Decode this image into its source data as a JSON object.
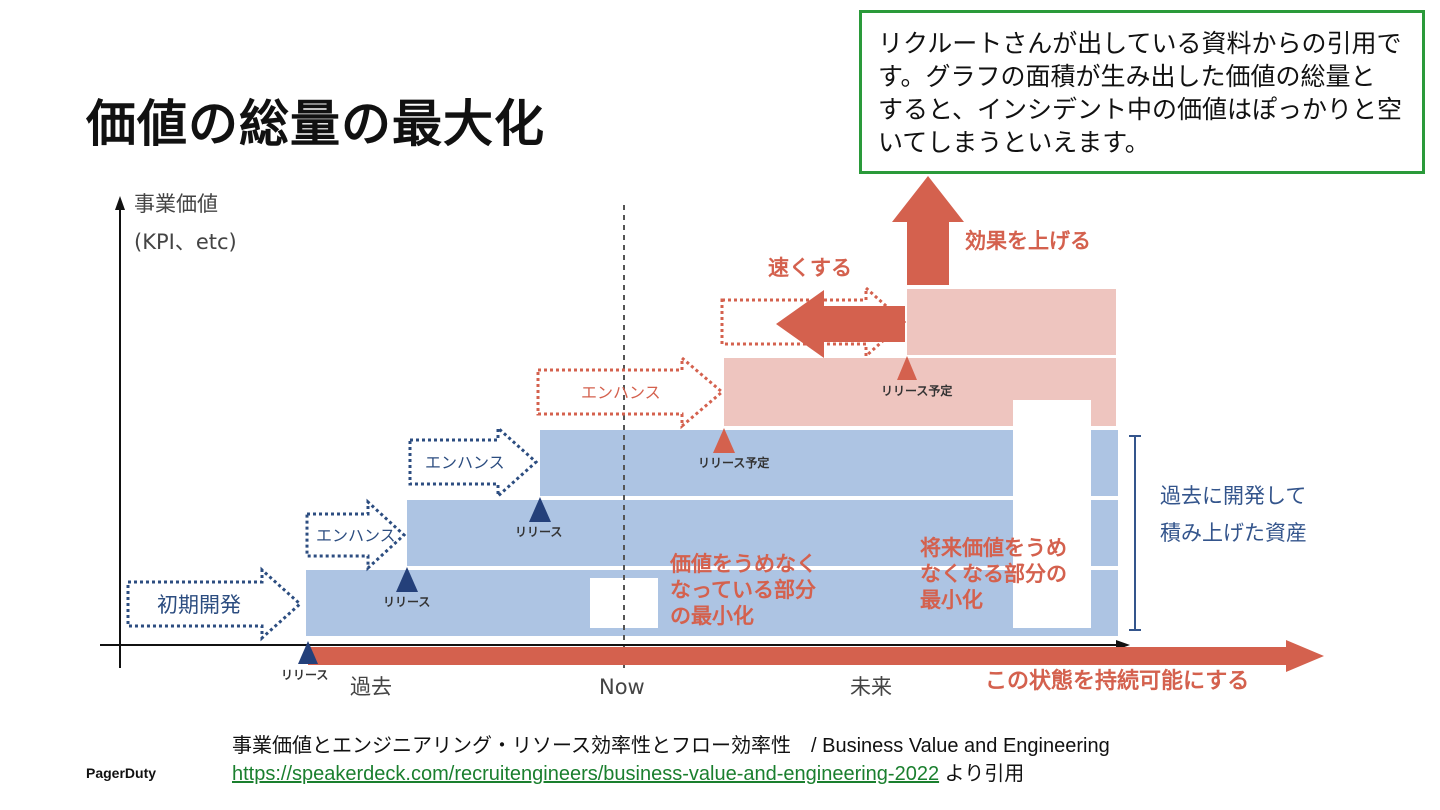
{
  "title": "価値の総量の最大化",
  "note": {
    "lines": [
      "リクルートさんが出している資料からの引用で",
      "す。グラフの面積が生み出した価値の総量と",
      "すると、インシデント中の価値はぽっかりと空",
      "いてしまうといえます。"
    ]
  },
  "diagram": {
    "y_axis_label_1": "事業価値",
    "y_axis_label_2": "(KPI、etc)",
    "x_labels": {
      "past": "過去",
      "now": "Now",
      "future": "未来"
    },
    "initial_dev": "初期開発",
    "enhance": "エンハンス",
    "release": "リリース",
    "release_planned": "リリース予定",
    "faster": "速くする",
    "raise_effect": "効果を上げる",
    "gap_now_1": "価値をうめなく",
    "gap_now_2": "なっている部分",
    "gap_now_3": "の最小化",
    "gap_future_1": "将来価値をうめ",
    "gap_future_2": "なくなる部分の",
    "gap_future_3": "最小化",
    "accumulated_1": "過去に開発して",
    "accumulated_2": "積み上げた資産",
    "sustainable": "この状態を持続可能にする",
    "colors": {
      "blue_fill": "#adc4e3",
      "pink_fill": "#eec5bf",
      "red": "#d4614e",
      "navy": "#24407a",
      "dotted_blue": "#2c4d80",
      "dotted_red": "#d4614e"
    }
  },
  "caption": {
    "line1": "事業価値とエンジニアリング・リソース効率性とフロー効率性　/ Business Value and Engineering",
    "link": "https://speakerdeck.com/recruitengineers/business-value-and-engineering-2022",
    "suffix": " より引用"
  },
  "brand": "PagerDuty"
}
